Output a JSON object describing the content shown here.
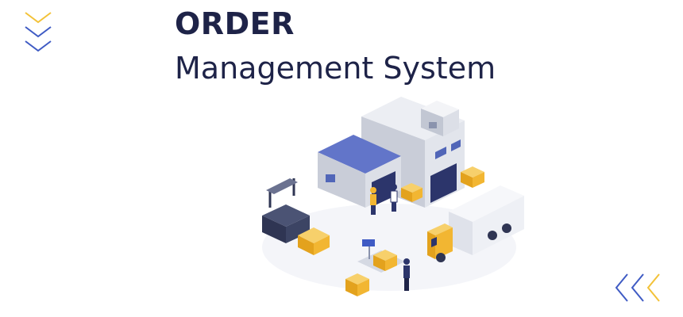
{
  "header": {
    "title": "ORDER",
    "subtitle": "Management System"
  },
  "colors": {
    "navy": "#1e2348",
    "blue_accent": "#3f5bc4",
    "yellow_accent": "#f3c238",
    "roof_blue": "#6275c9",
    "box_yellow": "#f2b632",
    "wall_gray": "#dde0e8"
  },
  "decorations": {
    "top_left": "chevron-down-icons",
    "bottom_right": "chevron-left-icons"
  },
  "illustration": {
    "subject": "isometric-warehouse",
    "elements": [
      "warehouse-icon",
      "forklift-icon",
      "truck-icon",
      "boxes-icon",
      "worker-icon",
      "scale-icon"
    ]
  }
}
